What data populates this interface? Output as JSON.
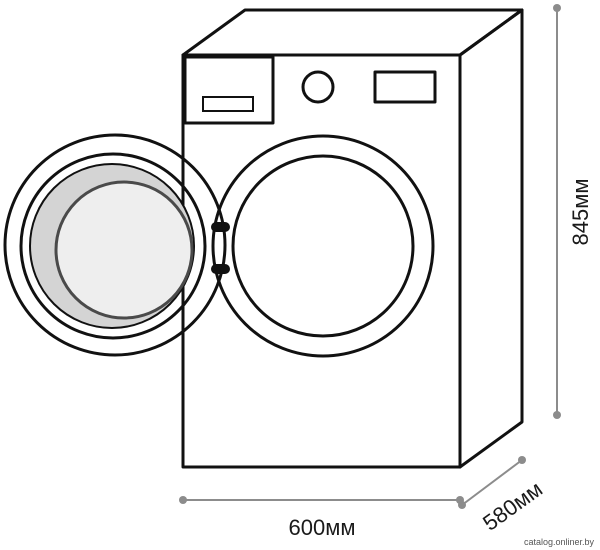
{
  "dimensions": {
    "width_label": "600мм",
    "depth_label": "580мм",
    "height_label": "845мм"
  },
  "watermark": "catalog.onliner.by",
  "colors": {
    "outline": "#111111",
    "dimension": "#8c8c8c",
    "door_glass": "#d4d4d4"
  }
}
